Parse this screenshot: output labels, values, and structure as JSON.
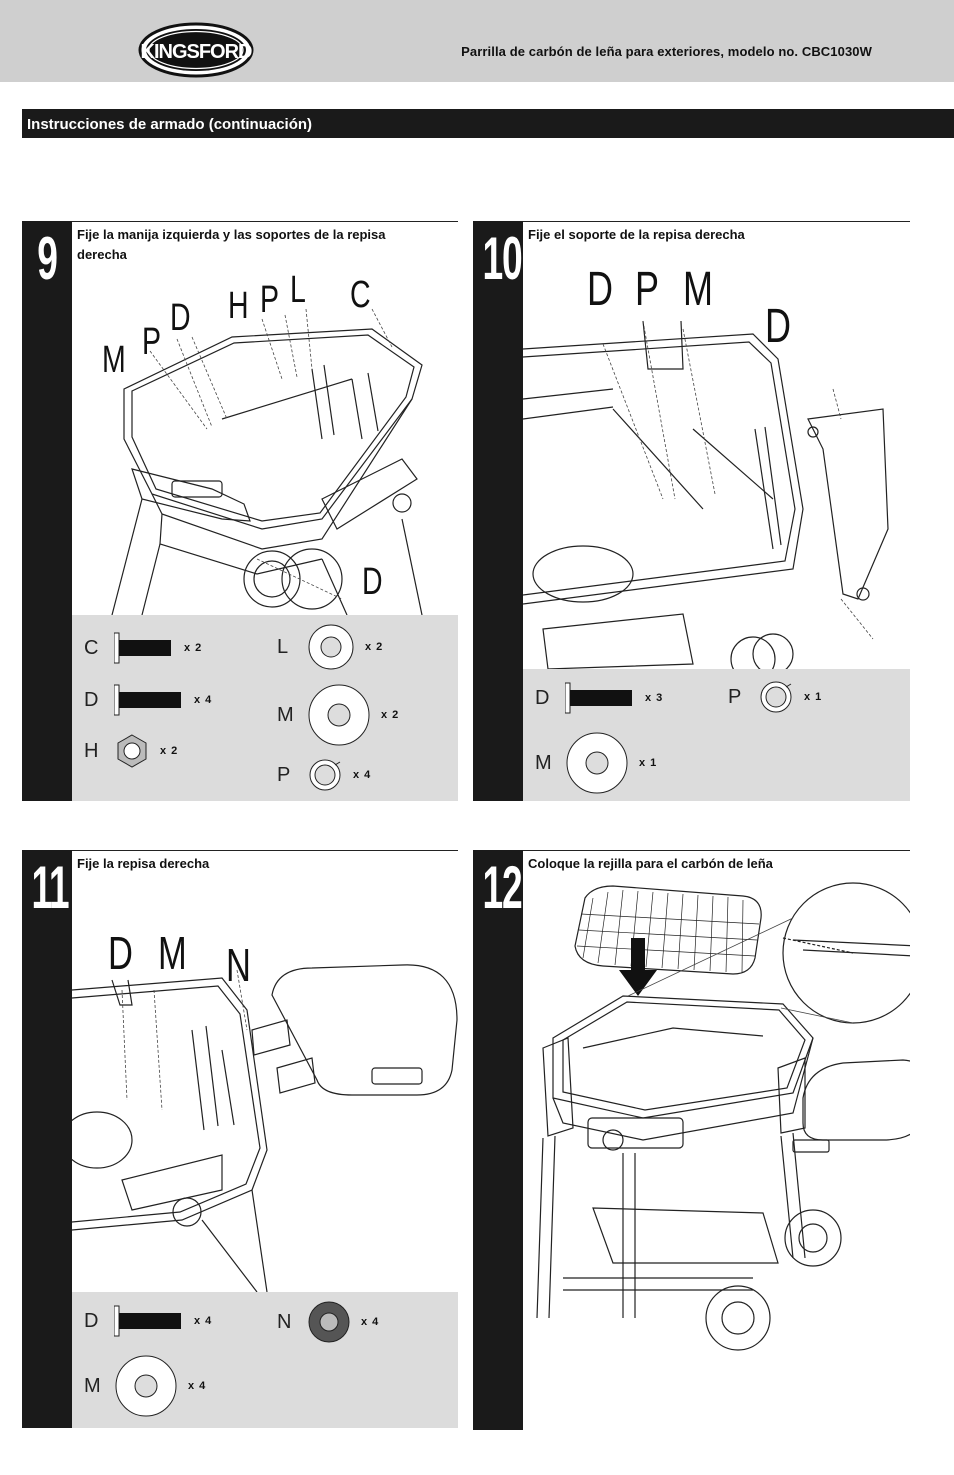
{
  "header": {
    "brand": "KINGSFORD",
    "title": "Parrilla de carbón de leña para exteriores, modelo no. CBC1030W"
  },
  "section": {
    "title": "Instrucciones de armado (continuación)"
  },
  "steps": [
    {
      "number": "9",
      "title": "Fije la manija izquierda y las soportes de la repisa derecha",
      "callouts": [
        "M",
        "P",
        "D",
        "H",
        "P",
        "L",
        "C",
        "D"
      ],
      "parts": [
        {
          "letter": "C",
          "qty": "x 2",
          "shape": "bolt-short"
        },
        {
          "letter": "L",
          "qty": "x 2",
          "shape": "washer-small"
        },
        {
          "letter": "D",
          "qty": "x 4",
          "shape": "bolt-long"
        },
        {
          "letter": "M",
          "qty": "x 2",
          "shape": "washer-large"
        },
        {
          "letter": "H",
          "qty": "x 2",
          "shape": "nut"
        },
        {
          "letter": "P",
          "qty": "x 4",
          "shape": "lock-washer"
        }
      ]
    },
    {
      "number": "10",
      "title": "Fije el soporte de la repisa derecha",
      "callouts": [
        "D",
        "P",
        "M",
        "D"
      ],
      "parts": [
        {
          "letter": "D",
          "qty": "x 3",
          "shape": "bolt-long"
        },
        {
          "letter": "P",
          "qty": "x 1",
          "shape": "lock-washer"
        },
        {
          "letter": "M",
          "qty": "x 1",
          "shape": "washer-large"
        }
      ]
    },
    {
      "number": "11",
      "title": "Fije la repisa derecha",
      "callouts": [
        "D",
        "M",
        "N"
      ],
      "parts": [
        {
          "letter": "D",
          "qty": "x 4",
          "shape": "bolt-long"
        },
        {
          "letter": "N",
          "qty": "x 4",
          "shape": "rubber-washer"
        },
        {
          "letter": "M",
          "qty": "x 4",
          "shape": "washer-large"
        }
      ]
    },
    {
      "number": "12",
      "title": "Coloque la rejilla para el carbón de leña",
      "callouts": [],
      "parts": []
    }
  ]
}
